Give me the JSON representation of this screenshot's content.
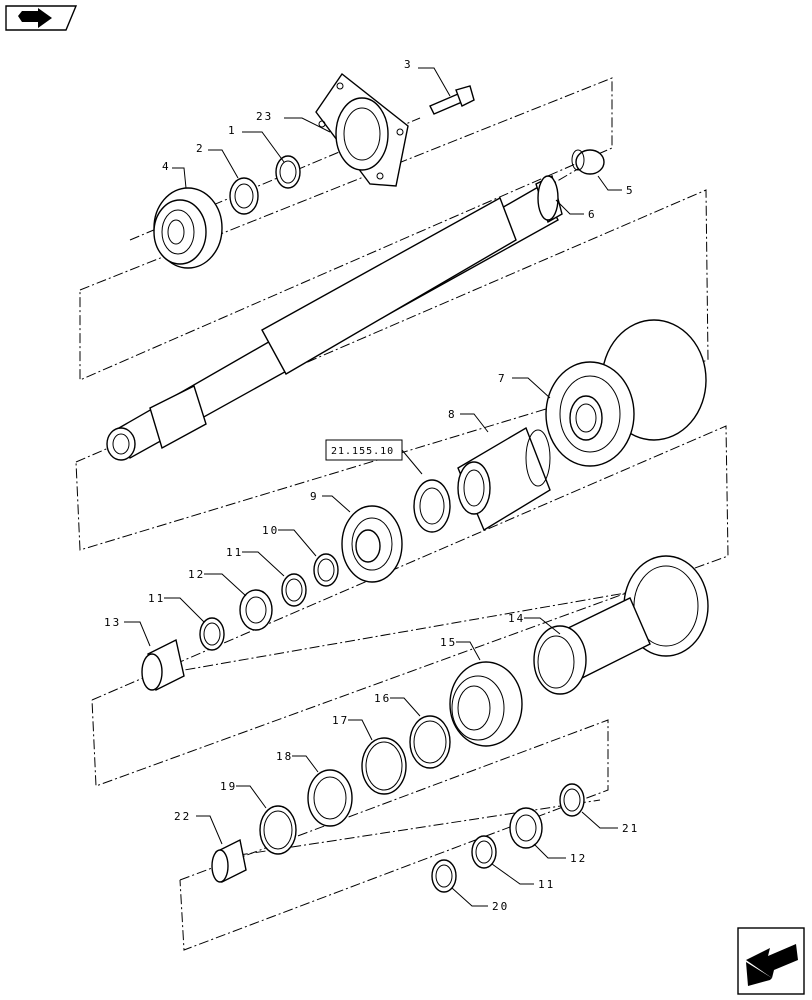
{
  "diagram": {
    "parts": [
      {
        "id": "p1",
        "label": "1"
      },
      {
        "id": "p2",
        "label": "2"
      },
      {
        "id": "p3",
        "label": "3"
      },
      {
        "id": "p4",
        "label": "4"
      },
      {
        "id": "p5",
        "label": "5"
      },
      {
        "id": "p6",
        "label": "6"
      },
      {
        "id": "p7",
        "label": "7"
      },
      {
        "id": "p8",
        "label": "8"
      },
      {
        "id": "p9",
        "label": "9"
      },
      {
        "id": "p10",
        "label": "10"
      },
      {
        "id": "p11a",
        "label": "11"
      },
      {
        "id": "p11b",
        "label": "11"
      },
      {
        "id": "p11c",
        "label": "11"
      },
      {
        "id": "p12a",
        "label": "12"
      },
      {
        "id": "p12b",
        "label": "12"
      },
      {
        "id": "p13",
        "label": "13"
      },
      {
        "id": "p14",
        "label": "14"
      },
      {
        "id": "p15",
        "label": "15"
      },
      {
        "id": "p16",
        "label": "16"
      },
      {
        "id": "p17",
        "label": "17"
      },
      {
        "id": "p18",
        "label": "18"
      },
      {
        "id": "p19",
        "label": "19"
      },
      {
        "id": "p20",
        "label": "20"
      },
      {
        "id": "p21",
        "label": "21"
      },
      {
        "id": "p22",
        "label": "22"
      },
      {
        "id": "p23",
        "label": "23"
      }
    ],
    "reference_box": "21.155.10",
    "icons": {
      "top_left": "back-navigation-arrow-icon",
      "bottom_right": "next-page-arrow-icon"
    }
  }
}
